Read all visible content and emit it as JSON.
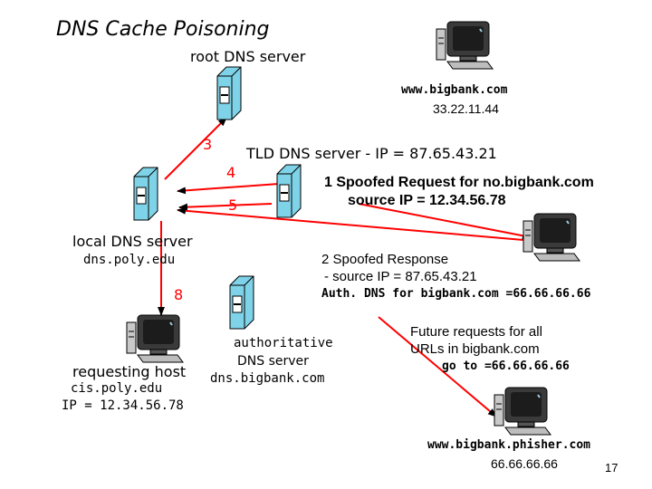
{
  "title": "DNS Cache Poisoning",
  "root_server_label": "root DNS server",
  "bigbank": {
    "host": "www.bigbank.com",
    "ip": "33.22.11.44"
  },
  "tld_label": "TLD DNS server - IP = 87.65.43.21",
  "steps": {
    "s3": "3",
    "s4": "4",
    "s5": "5",
    "s8": "8"
  },
  "spoofed_request": {
    "line1": "1 Spoofed Request for no.bigbank.com",
    "line2": "source IP = 12.34.56.78"
  },
  "local_dns": {
    "label": "local DNS server",
    "host": "dns.poly.edu"
  },
  "spoofed_response": {
    "line1": "2 Spoofed Response",
    "line2": "- source  IP = 87.65.43.21",
    "line3": "Auth. DNS for bigbank.com =66.66.66.66"
  },
  "authoritative": {
    "line1": "authoritative",
    "line2": "DNS server",
    "line3": "dns.bigbank.com"
  },
  "future": {
    "line1": "Future requests for all",
    "line2": "URLs in bigbank.com",
    "line3": "go to =66.66.66.66"
  },
  "requesting_host": {
    "label": "requesting host",
    "host": "cis.poly.edu",
    "ip": "IP = 12.34.56.78"
  },
  "phisher": {
    "host": "www.bigbank.phisher.com",
    "ip": "66.66.66.66"
  },
  "slide_number": "17",
  "colors": {
    "arrow_red": "#ff0000",
    "server_fill": "#7fd3e8",
    "monitor": "#3a3a3a"
  }
}
